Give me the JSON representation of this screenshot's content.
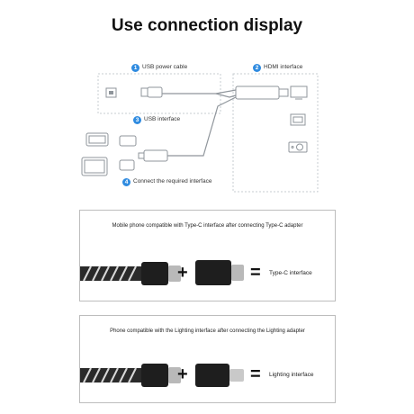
{
  "title": "Use connection display",
  "diagram": {
    "labels": {
      "usb_power": {
        "num": "1",
        "text": "USB power cable"
      },
      "hdmi": {
        "num": "2",
        "text": "HDMI interface"
      },
      "usb_iface": {
        "num": "3",
        "text": "USB interface"
      },
      "connect": {
        "num": "4",
        "text": "Connect the required interface"
      }
    }
  },
  "panels": [
    {
      "caption": "Mobile phone compatible with Type-C interface after connecting Type-C adapter",
      "plus": "+",
      "equals": "=",
      "result": "Type-C interface"
    },
    {
      "caption": "Phone compatible with the Lighting interface after connecting the Lighting adapter",
      "plus": "+",
      "equals": "=",
      "result": "Lighting interface"
    }
  ],
  "colors": {
    "accent": "#2f8be0",
    "line": "#9aa0a6"
  }
}
